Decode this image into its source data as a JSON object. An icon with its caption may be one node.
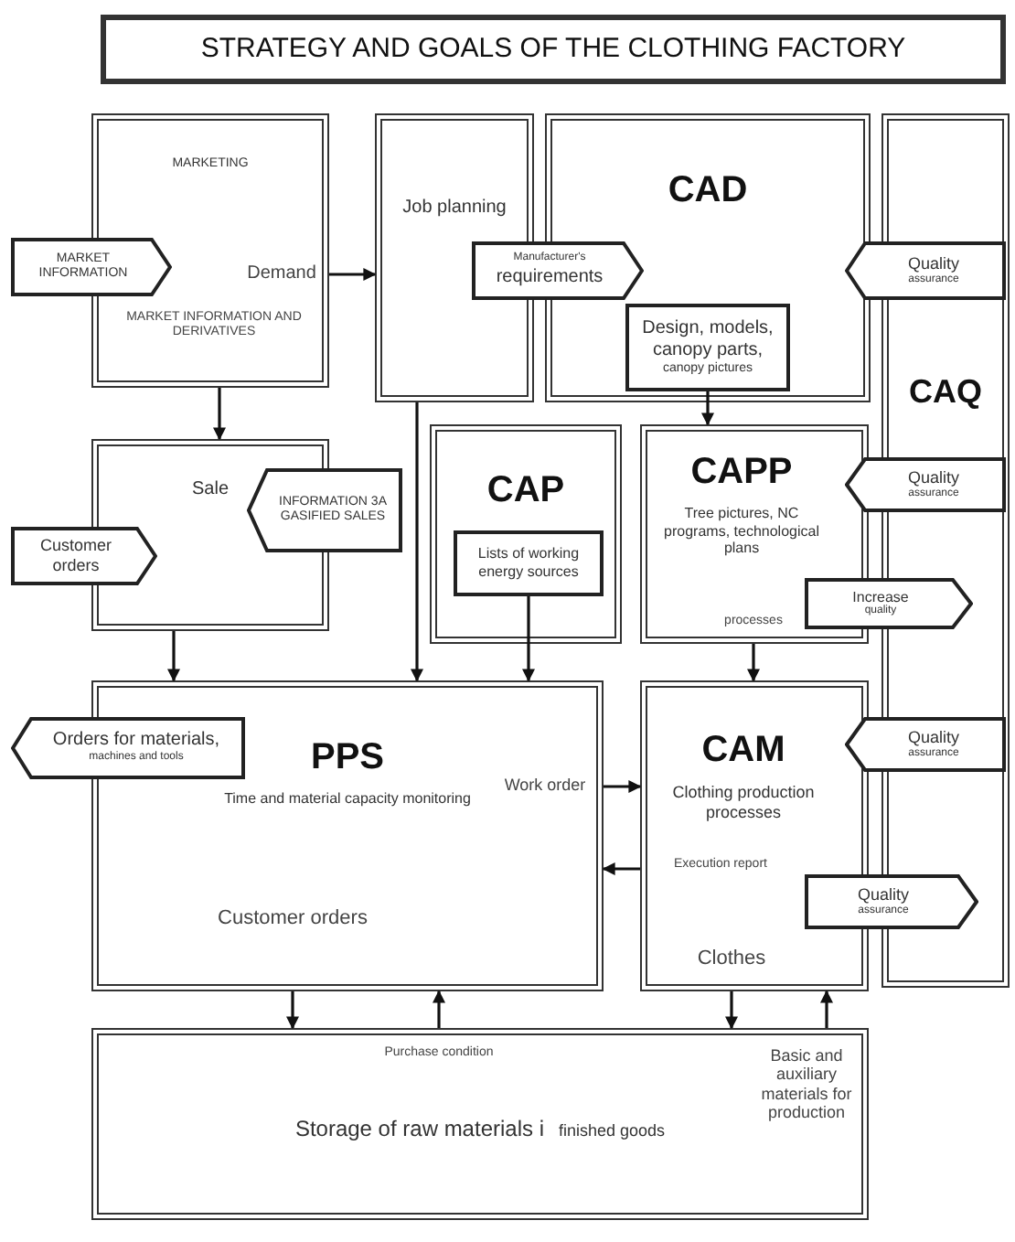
{
  "diagram": {
    "nodes": [
      {
        "text": [
          "STRATEGY AND GOALS OF THE CLOTHING FACTORY"
        ]
      },
      {
        "text": [
          "MARKETING"
        ]
      },
      {
        "text": [
          "Job planning"
        ]
      },
      {
        "text": [
          "CAD"
        ]
      },
      {
        "text": [
          "MARKET INFORMATION"
        ]
      },
      {
        "text": [
          "Manufacturer's",
          "requirements"
        ]
      },
      {
        "text": [
          "Quality",
          "assurance"
        ]
      },
      {
        "text": [
          "Design, models, canopy parts,",
          "canopy pictures"
        ],
        "in": 3
      },
      {
        "text": [
          "CAQ"
        ]
      },
      {
        "text": [
          "Sale"
        ]
      },
      {
        "text": [
          "INFORMATION 3A GASIFIED SALES"
        ]
      },
      {
        "text": [
          "Customer orders"
        ]
      },
      {
        "text": [
          "CAP"
        ]
      },
      {
        "text": [
          "CAPP",
          "Tree pictures, NC programs, technological plans"
        ]
      },
      {
        "text": [
          "Quality",
          "assurance"
        ]
      },
      {
        "text": [
          "Lists of working energy sources"
        ],
        "in": 12
      },
      {
        "text": [
          "Increase",
          "quality"
        ]
      },
      {
        "text": [
          "PPS",
          "Time and material capacity monitoring"
        ]
      },
      {
        "text": [
          "Orders for materials,",
          "machines and tools"
        ]
      },
      {
        "text": [
          "CAM",
          "Clothing production processes"
        ]
      },
      {
        "text": [
          "Quality",
          "assurance"
        ]
      },
      {
        "text": [
          "Quality",
          "assurance"
        ]
      },
      {
        "text": [
          "Storage of raw materials i",
          "finished goods"
        ]
      }
    ],
    "edges": [
      {
        "from": 1,
        "to": 9,
        "arrow": "to",
        "label": "MARKET INFORMATION AND DERIVATIVES"
      },
      {
        "from": 1,
        "to": 2,
        "arrow": "to",
        "label": "Demand"
      },
      {
        "from": 9,
        "to": 17,
        "arrow": "to"
      },
      {
        "from": 2,
        "to": 17,
        "arrow": "to"
      },
      {
        "from": 7,
        "to": 13,
        "arrow": "to"
      },
      {
        "from": 15,
        "to": 17,
        "arrow": "to"
      },
      {
        "from": 13,
        "to": 19,
        "arrow": "to",
        "label": "processes"
      },
      {
        "from": 17,
        "to": 19,
        "arrow": "to",
        "label": "Work order"
      },
      {
        "from": 19,
        "to": 17,
        "arrow": "to",
        "label": "Execution report"
      },
      {
        "from": 17,
        "to": 22,
        "arrow": "to",
        "label": "Customer orders"
      },
      {
        "from": 22,
        "to": 17,
        "arrow": "to",
        "label": "Purchase condition"
      },
      {
        "from": 19,
        "to": 22,
        "arrow": "to",
        "label": "Clothes"
      },
      {
        "from": 22,
        "to": 19,
        "arrow": "to",
        "label": "Basic and auxiliary materials for production"
      }
    ]
  }
}
